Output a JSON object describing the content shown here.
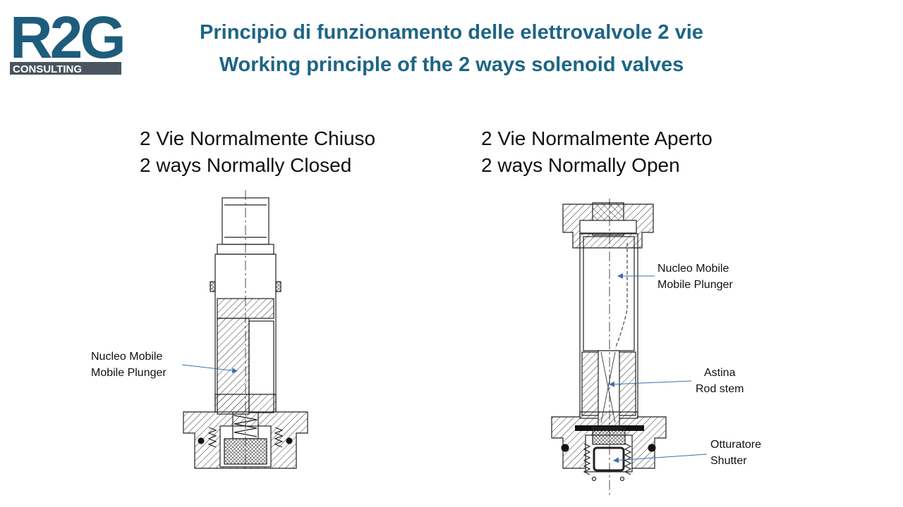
{
  "title": {
    "line1": "Principio di funzionamento delle elettrovalvole 2 vie",
    "line2": "Working principle of the 2 ways solenoid valves"
  },
  "logo": {
    "mark": "R2G",
    "tagline": "CONSULTING",
    "color": "#1e5c7c"
  },
  "left": {
    "heading_it": "2 Vie Normalmente Chiuso",
    "heading_en": "2 ways Normally Closed",
    "plunger_it": "Nucleo Mobile",
    "plunger_en": "Mobile Plunger"
  },
  "right": {
    "heading_it": "2 Vie Normalmente Aperto",
    "heading_en": "2 ways Normally Open",
    "plunger_it": "Nucleo Mobile",
    "plunger_en": "Mobile Plunger",
    "rod_it": "Astina",
    "rod_en": "Rod stem",
    "shutter_it": "Otturatore",
    "shutter_en": "Shutter"
  },
  "colors": {
    "title": "#1e6585",
    "arrow": "#3d6fb0"
  }
}
